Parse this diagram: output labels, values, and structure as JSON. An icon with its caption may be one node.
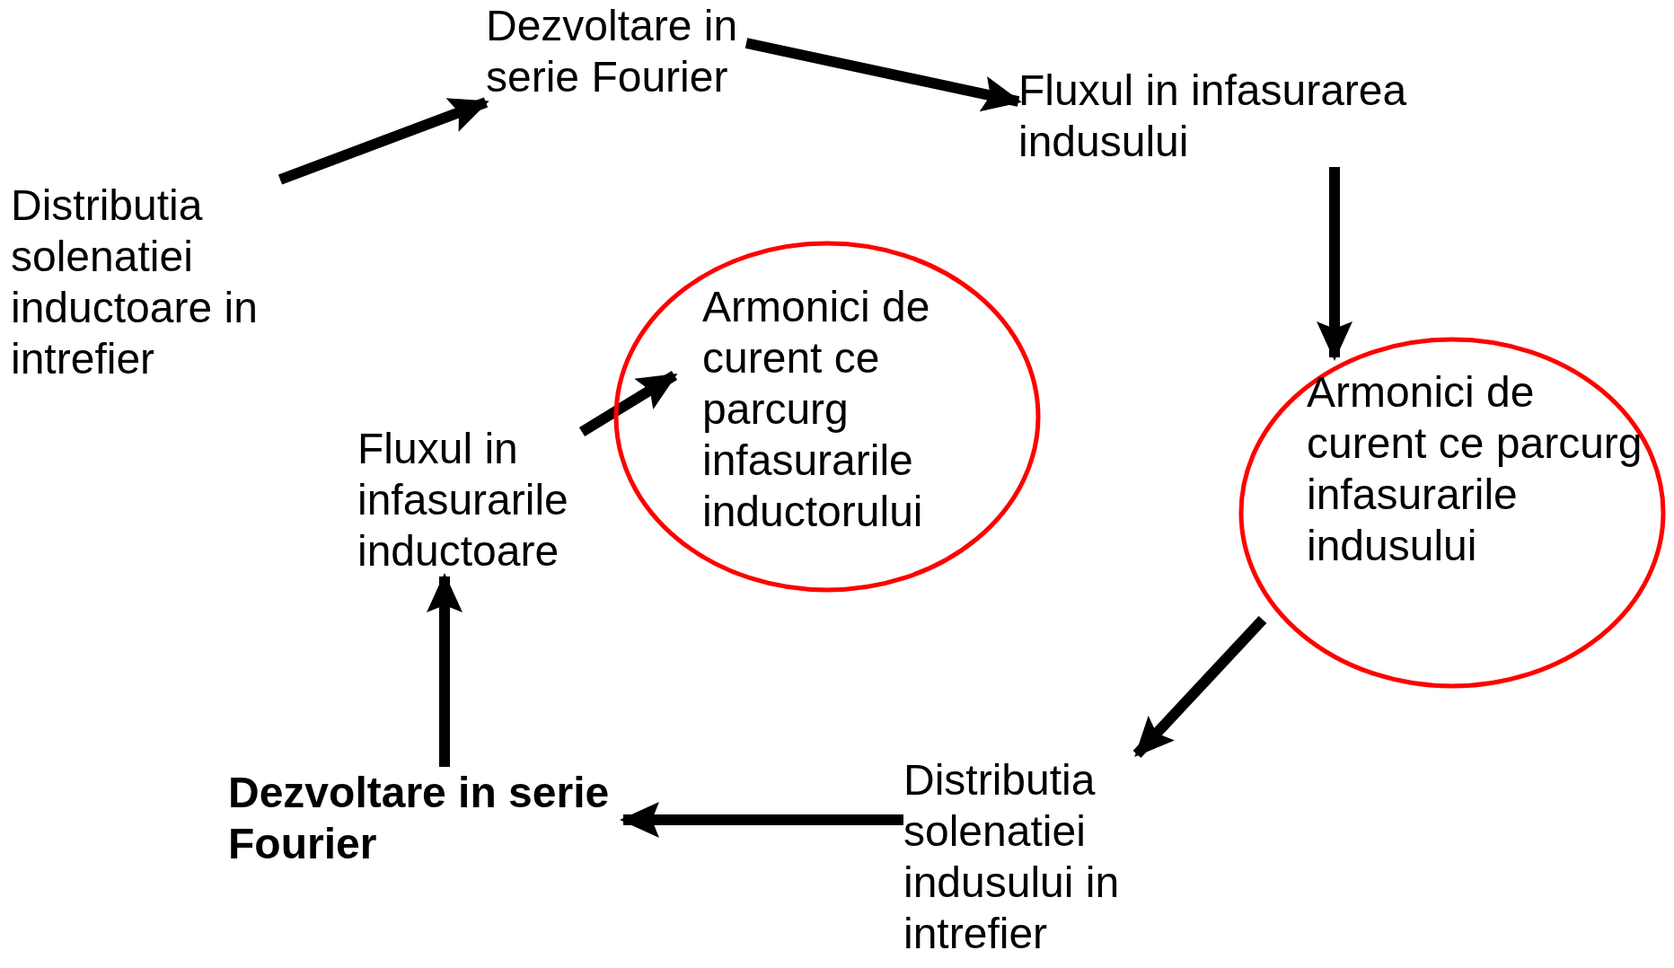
{
  "diagram": {
    "nodes": [
      {
        "text": [
          "Distributia solenatiei inductoare in intrefier"
        ]
      },
      {
        "text": [
          "Dezvoltare in serie Fourier"
        ]
      },
      {
        "text": [
          "Fluxul in infasurarea indusului"
        ]
      },
      {
        "text": [
          "Armonici de curent ce parcurg infasurarile indusului"
        ]
      },
      {
        "text": [
          "Distributia solenatiei indusului in intrefier"
        ]
      },
      {
        "text": [
          "Dezvoltare in serie Fourier"
        ]
      },
      {
        "text": [
          "Fluxul in infasurarile inductoare"
        ]
      },
      {
        "text": [
          "Armonici de curent ce parcurg infasurarile inductorului"
        ]
      }
    ],
    "edges": [
      {
        "from": 0,
        "to": 1,
        "arrow": "to"
      },
      {
        "from": 1,
        "to": 2,
        "arrow": "to"
      },
      {
        "from": 2,
        "to": 3,
        "arrow": "to"
      },
      {
        "from": 3,
        "to": 4,
        "arrow": "to"
      },
      {
        "from": 4,
        "to": 5,
        "arrow": "to"
      },
      {
        "from": 5,
        "to": 6,
        "arrow": "to"
      },
      {
        "from": 6,
        "to": 7,
        "arrow": "to"
      }
    ]
  }
}
